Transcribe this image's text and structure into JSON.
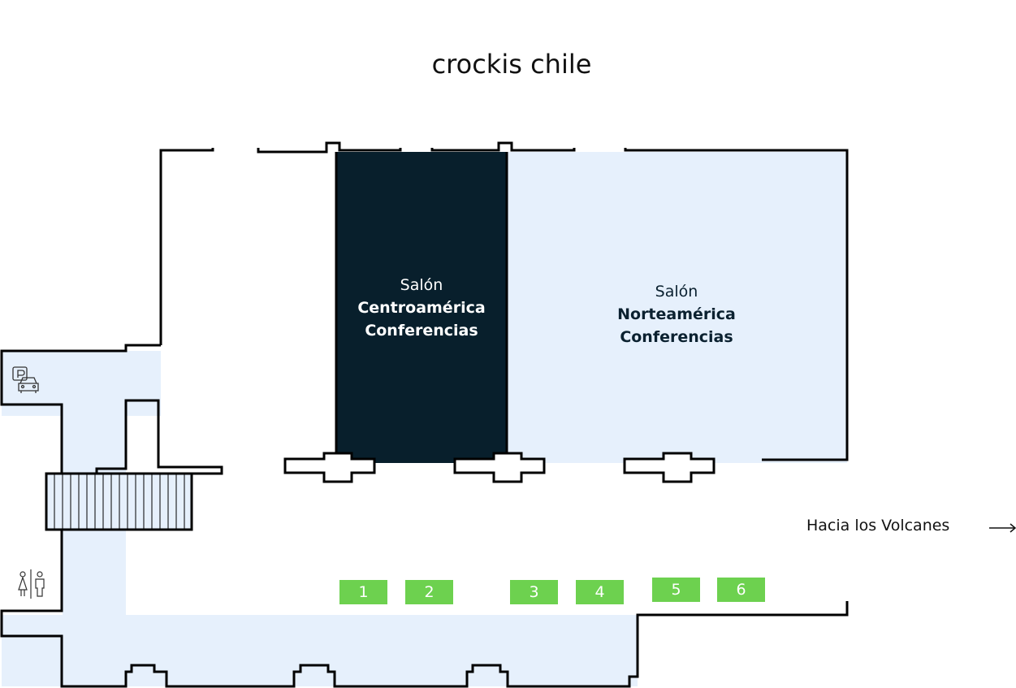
{
  "title": "crockis chile",
  "rooms": [
    {
      "prefix": "Salón",
      "name": "Centroamérica",
      "type": "Conferencias",
      "fill": "#081f2c"
    },
    {
      "prefix": "Salón",
      "name": "Norteamérica",
      "type": "Conferencias",
      "fill": "#e6f0fc"
    }
  ],
  "booths": [
    "1",
    "2",
    "3",
    "4",
    "5",
    "6"
  ],
  "booth_color": "#6dd14f",
  "direction": {
    "label": "Hacia los Volcanes",
    "icon": "arrow-right-icon"
  },
  "icons": [
    "parking-icon",
    "restroom-icon",
    "stairs"
  ]
}
